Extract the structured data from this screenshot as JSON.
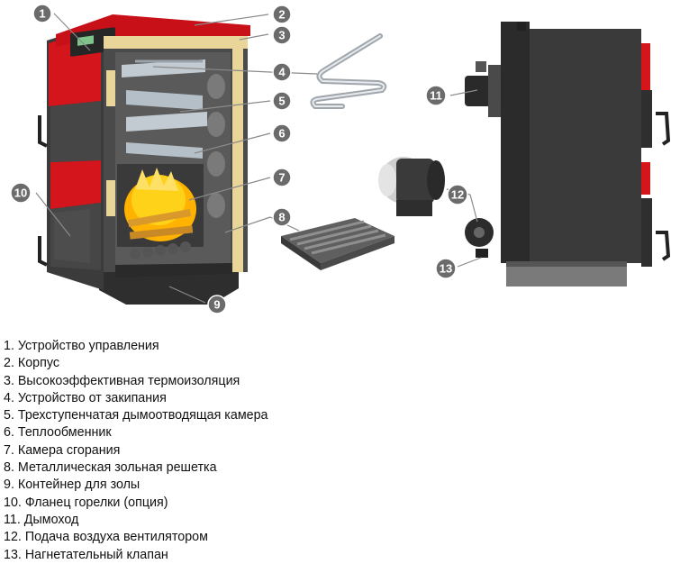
{
  "colors": {
    "boiler_red": "#d4151c",
    "boiler_dark": "#3b3b3b",
    "insulation": "#e9d59a",
    "steel_blue": "#c2cbd2",
    "flame": "#ffc21a",
    "callout_fill": "#6b6b6b"
  },
  "callouts": [
    {
      "num": "1"
    },
    {
      "num": "2"
    },
    {
      "num": "3"
    },
    {
      "num": "4"
    },
    {
      "num": "5"
    },
    {
      "num": "6"
    },
    {
      "num": "7"
    },
    {
      "num": "8"
    },
    {
      "num": "9"
    },
    {
      "num": "10"
    },
    {
      "num": "11"
    },
    {
      "num": "12"
    },
    {
      "num": "13"
    }
  ],
  "legend": [
    "1. Устройство управления",
    "2. Корпус",
    "3. Высокоэффективная термоизоляция",
    "4. Устройство от закипания",
    "5. Трехступенчатая дымоотводящая камера",
    "6. Теплообменник",
    "7. Камера сгорания",
    "8. Металлическая зольная решетка",
    "9. Контейнер для золы",
    "10. Фланец горелки (опция)",
    "11. Дымоход",
    "12. Подача воздуха вентилятором",
    "13. Нагнетательный клапан"
  ]
}
